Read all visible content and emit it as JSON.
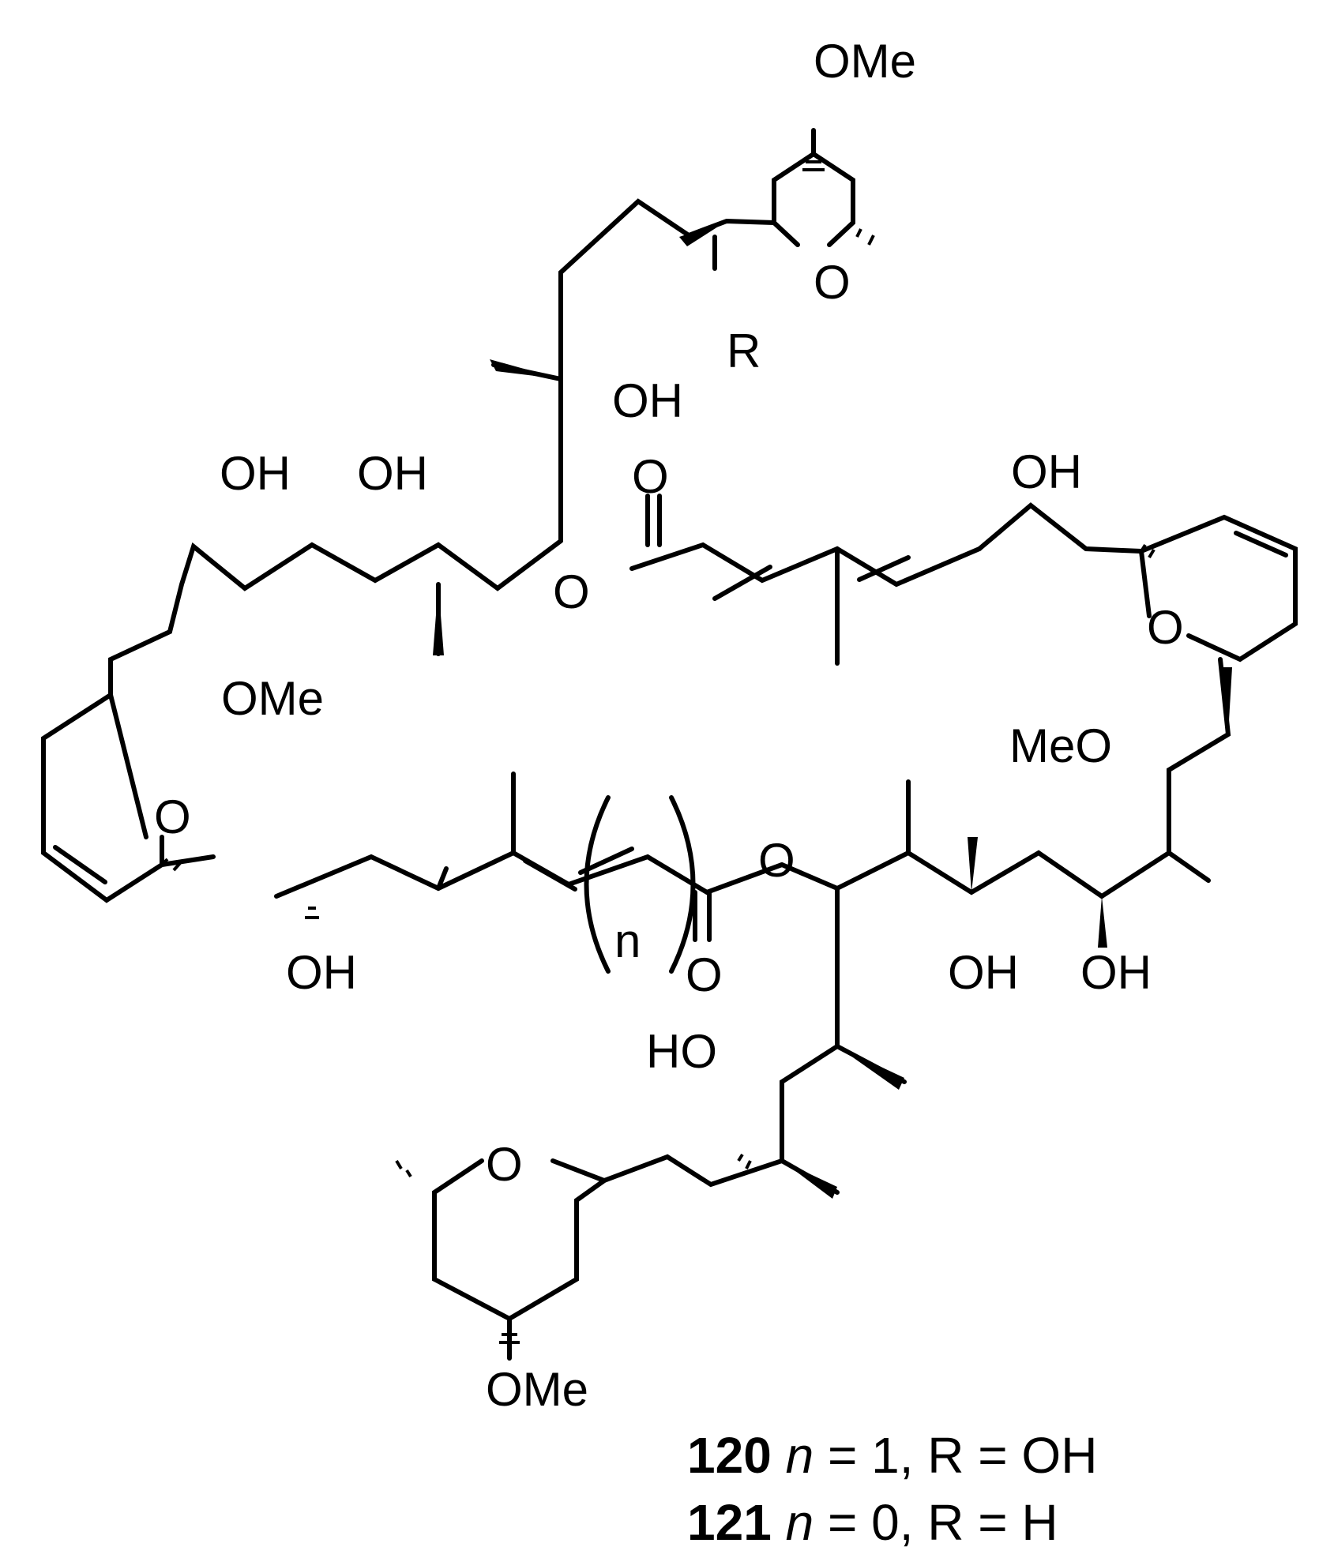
{
  "atom_labels": {
    "ome_top": "OMe",
    "o_ring_top": "O",
    "r": "R",
    "oh_upper_center": "OH",
    "oh_upper_left_a": "OH",
    "oh_upper_left_b": "OH",
    "o_carbonyl_upper": "O",
    "oh_upper_right": "OH",
    "o_ring_upper_right": "O",
    "o_ester_upper": "O",
    "ome_left": "OMe",
    "meo_right": "MeO",
    "o_ring_left": "O",
    "o_ester_lower": "O",
    "oh_lower_right_a": "OH",
    "oh_lower_right_b": "OH",
    "oh_lower_left": "OH",
    "o_carbonyl_lower": "O",
    "ho_lower_center": "HO",
    "o_ring_bottom": "O",
    "ome_bottom": "OMe",
    "n_repeat": "n"
  },
  "caption": {
    "line1": {
      "number": "120",
      "var": "n",
      "rest": " = 1, R = OH"
    },
    "line2": {
      "number": "121",
      "var": "n",
      "rest": " = 0, R = H"
    }
  }
}
